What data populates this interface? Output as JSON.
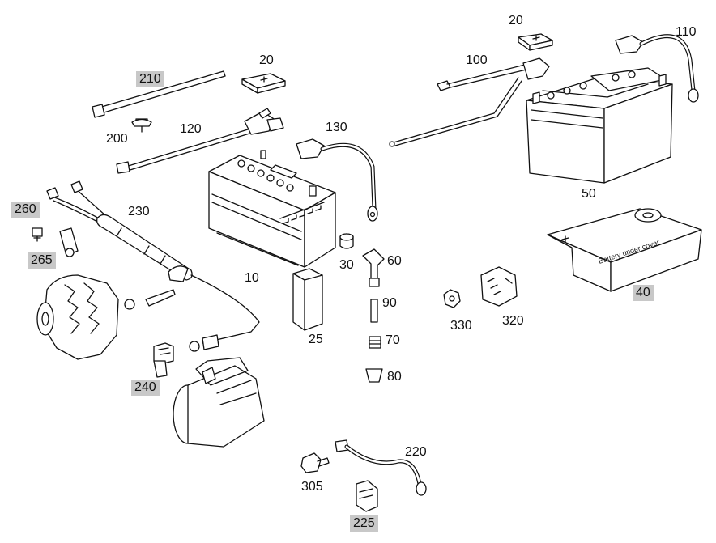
{
  "labels": {
    "p10": "10",
    "p20a": "20",
    "p20b": "20",
    "p25": "25",
    "p30": "30",
    "p40": "40",
    "p50": "50",
    "p60": "60",
    "p70": "70",
    "p80": "80",
    "p90": "90",
    "p100": "100",
    "p110": "110",
    "p120": "120",
    "p130": "130",
    "p200": "200",
    "p210": "210",
    "p220": "220",
    "p225": "225",
    "p230": "230",
    "p240": "240",
    "p260": "260",
    "p265": "265",
    "p305": "305",
    "p320": "320",
    "p330": "330"
  },
  "cover_text": "Battery under cover",
  "highlight_color": "#c8c8c8"
}
